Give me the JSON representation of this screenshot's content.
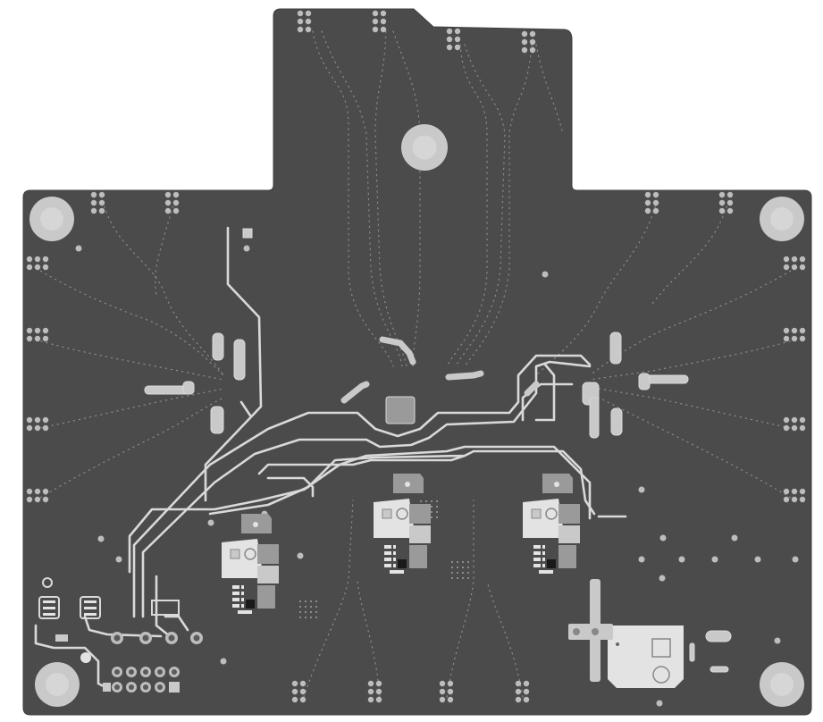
{
  "view": {
    "kind": "pcb-layer-view",
    "colors": {
      "background": "#ffffff",
      "board": "#4b4b4b",
      "board_edge": "#3f3f3f",
      "trace": "#d9d9d9",
      "copper_pour": "#c9c9c9",
      "copper_light": "#e3e3e3",
      "copper_dark": "#9a9a9a",
      "via": "#8c8c8c",
      "pad_ring": "#bdbdbd",
      "hole": "#5a5a5a",
      "ic_body": "#1a1a1a"
    }
  },
  "parts": {
    "mounting_holes": 5,
    "power_stages": 3,
    "connector_pins": 10
  }
}
